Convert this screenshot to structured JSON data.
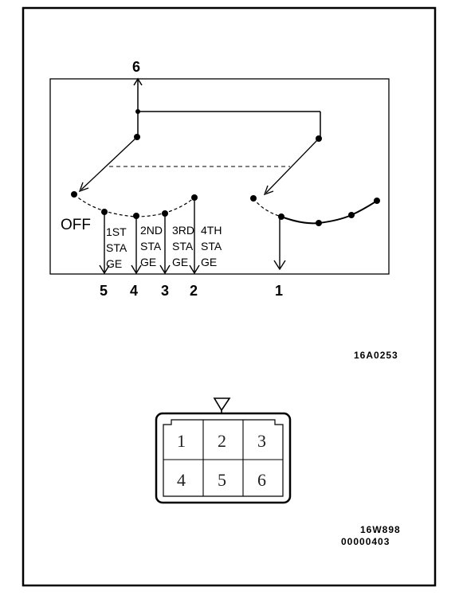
{
  "top_terminal": "6",
  "off_label": "OFF",
  "stages": [
    {
      "line1": "1ST",
      "line2": "STA",
      "line3": "GE"
    },
    {
      "line1": "2ND",
      "line2": "STA",
      "line3": "GE"
    },
    {
      "line1": "3RD",
      "line2": "STA",
      "line3": "GE"
    },
    {
      "line1": "4TH",
      "line2": "STA",
      "line3": "GE"
    }
  ],
  "terminals": [
    "5",
    "4",
    "3",
    "2",
    "1"
  ],
  "circuit_code": "16A0253",
  "connector": {
    "pins": [
      "1",
      "2",
      "3",
      "4",
      "5",
      "6"
    ]
  },
  "footer_code_1": "16W898",
  "footer_code_2": "00000403"
}
